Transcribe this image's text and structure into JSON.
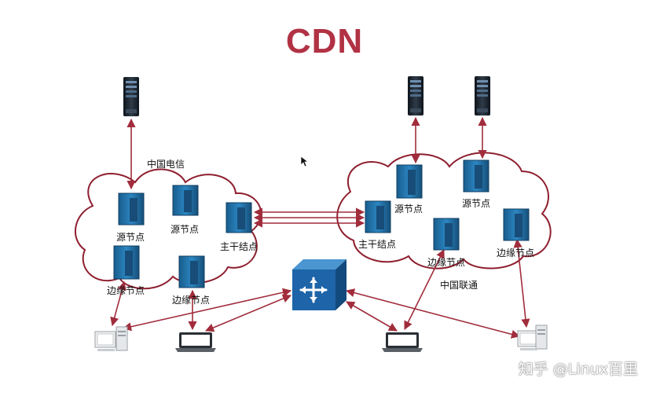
{
  "title": "CDN",
  "isp_telecom_label": "中国电信",
  "isp_unicom_label": "中国联通",
  "watermark": "知乎 @Linux百里",
  "left_cloud": {
    "nodes": [
      {
        "label": "源节点"
      },
      {
        "label": "源节点"
      },
      {
        "label": "主干结点"
      },
      {
        "label": "边缘节点"
      },
      {
        "label": "边缘节点"
      }
    ]
  },
  "right_cloud": {
    "nodes": [
      {
        "label": "源节点"
      },
      {
        "label": "源节点"
      },
      {
        "label": "主干结点"
      },
      {
        "label": "边缘节点"
      },
      {
        "label": "边缘节点"
      }
    ]
  },
  "colors": {
    "title": "#b13244",
    "cloud_outline": "#8e1f2f",
    "arrow": "#a12d3c",
    "server_blue": "#1f6fa6",
    "router_blue": "#1d64a8",
    "rack_dark": "#1d2530"
  }
}
